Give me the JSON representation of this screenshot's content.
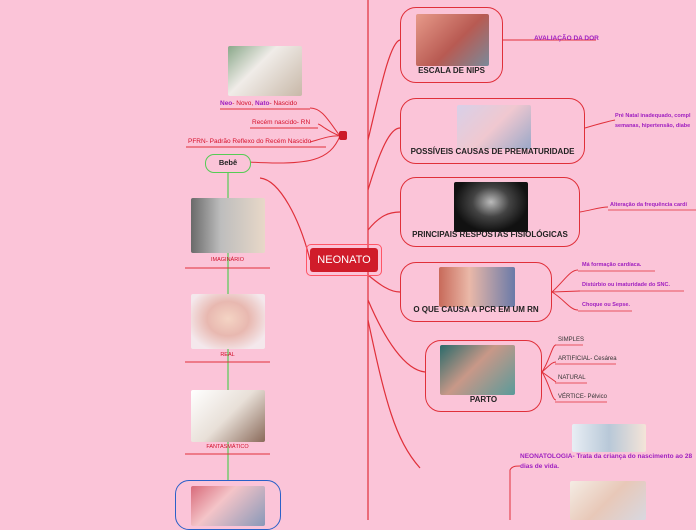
{
  "center": {
    "label": "NEONATO"
  },
  "left": {
    "definition": {
      "neo": "Neo",
      "neo_meaning": "- Novo, ",
      "nato": "Nato",
      "nato_meaning": "- Nascido"
    },
    "recem_nascido": "Recém nascido- RN",
    "pfrn": "PFRN- Padrão Reflexo do Recém Nascido",
    "bebe": "Bebê",
    "stages": [
      {
        "label": "IMAGINÁRIO"
      },
      {
        "label": "REAL"
      },
      {
        "label": "FANTASMÁTICO"
      }
    ]
  },
  "right": {
    "topics": [
      {
        "title": "ESCALA DE NIPS",
        "details": [
          "AVALIAÇÃO DA DOR"
        ]
      },
      {
        "title": "POSSÍVEIS CAUSAS DE PREMATURIDADE",
        "details": [
          "Pré Natal inadequado, compl",
          "semanas, hipertensão, diabe"
        ]
      },
      {
        "title": "PRINCIPAIS RESPOSTAS FISIOLÓGICAS",
        "details": [
          "Alteração da frequência cardí"
        ]
      },
      {
        "title": "O QUE CAUSA A PCR EM UM RN",
        "details": [
          "Má formação cardíaca.",
          "Distúrbio ou imaturidade do SNC.",
          "Choque ou Sepse."
        ]
      },
      {
        "title": "PARTO",
        "details": [
          "SIMPLES",
          "ARTIFICIAL- Cesárea",
          "NATURAL",
          "VÉRTICE- Pélvico"
        ]
      }
    ],
    "neonatologia": {
      "term": "NEONATOLOGIA",
      "definition": "- Trata da criança do nascimento ao 28 dias de vida."
    }
  },
  "colors": {
    "background": "#fbc4d8",
    "branch": "#e0303a",
    "center": "#d01c2a",
    "bebe_border": "#55cc55",
    "purple_text": "#a020c0"
  }
}
